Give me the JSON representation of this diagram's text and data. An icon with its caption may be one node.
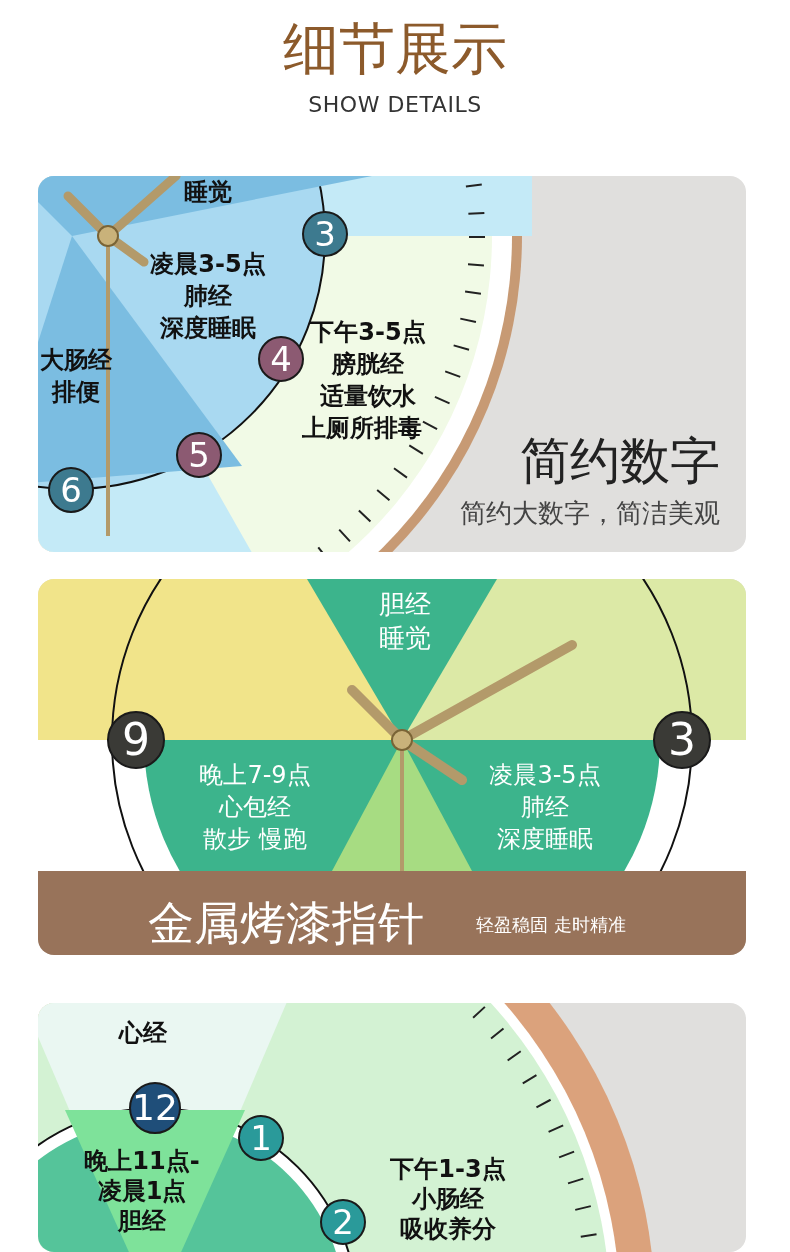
{
  "diagram": {
    "title": "细节展示",
    "labels": [
      "SHOW DETAILS",
      "睡觉",
      "3",
      "凌晨3-5点",
      "肺经",
      "深度睡眠",
      "大肠经",
      "排便",
      "下午3-5点",
      "膀胱经",
      "适量饮水",
      "上厕所排毒",
      "4",
      "5",
      "6",
      "简约数字",
      "简约大数字，简洁美观",
      "胆经",
      "睡觉",
      "9",
      "3",
      "晚上7-9点",
      "心包经",
      "散步 慢跑",
      "凌晨3-5点",
      "肺经",
      "深度睡眠",
      "金属烤漆指针",
      "轻盈稳固 走时精准",
      "心经",
      "12",
      "1",
      "晚上11点-",
      "凌晨1点",
      "胆经",
      "下午1-3点",
      "小肠经",
      "吸收养分",
      "2"
    ]
  }
}
